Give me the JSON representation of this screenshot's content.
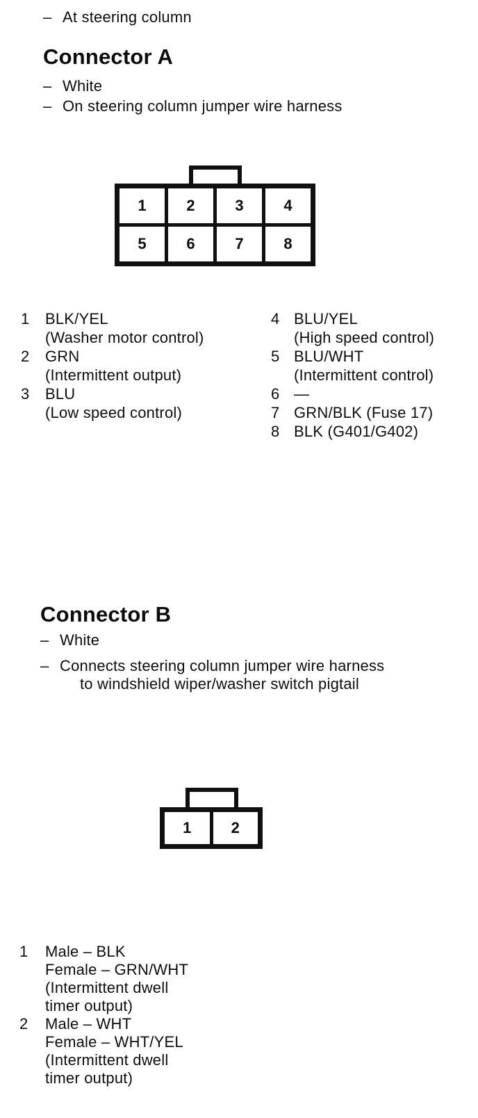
{
  "page": {
    "dash_marker": "–",
    "intro_line": "At steering column"
  },
  "connector_a": {
    "title": "Connector A",
    "bullets": [
      "White",
      "On steering column jumper wire harness"
    ],
    "diagram_pins": [
      "1",
      "2",
      "3",
      "4",
      "5",
      "6",
      "7",
      "8"
    ],
    "legend_left": [
      {
        "number": "1",
        "lines": [
          "BLK/YEL",
          "(Washer motor control)"
        ]
      },
      {
        "number": "2",
        "lines": [
          "GRN",
          "(Intermittent output)"
        ]
      },
      {
        "number": "3",
        "lines": [
          "BLU",
          "(Low speed control)"
        ]
      }
    ],
    "legend_right": [
      {
        "number": "4",
        "lines": [
          "BLU/YEL",
          "(High speed control)"
        ]
      },
      {
        "number": "5",
        "lines": [
          "BLU/WHT",
          "(Intermittent control)"
        ]
      },
      {
        "number": "6",
        "lines": [
          "—"
        ]
      },
      {
        "number": "7",
        "lines": [
          "GRN/BLK (Fuse 17)"
        ]
      },
      {
        "number": "8",
        "lines": [
          "BLK (G401/G402)"
        ]
      }
    ]
  },
  "connector_b": {
    "title": "Connector B",
    "bullet_color": "White",
    "bullet_desc_lines": [
      "Connects steering column jumper wire harness",
      "to windshield wiper/washer switch pigtail"
    ],
    "diagram_pins": [
      "1",
      "2"
    ],
    "legend": [
      {
        "number": "1",
        "lines": [
          "Male – BLK",
          "Female – GRN/WHT",
          "(Intermittent dwell",
          "timer output)"
        ]
      },
      {
        "number": "2",
        "lines": [
          "Male – WHT",
          "Female – WHT/YEL",
          "(Intermittent dwell",
          "timer output)"
        ]
      }
    ]
  }
}
